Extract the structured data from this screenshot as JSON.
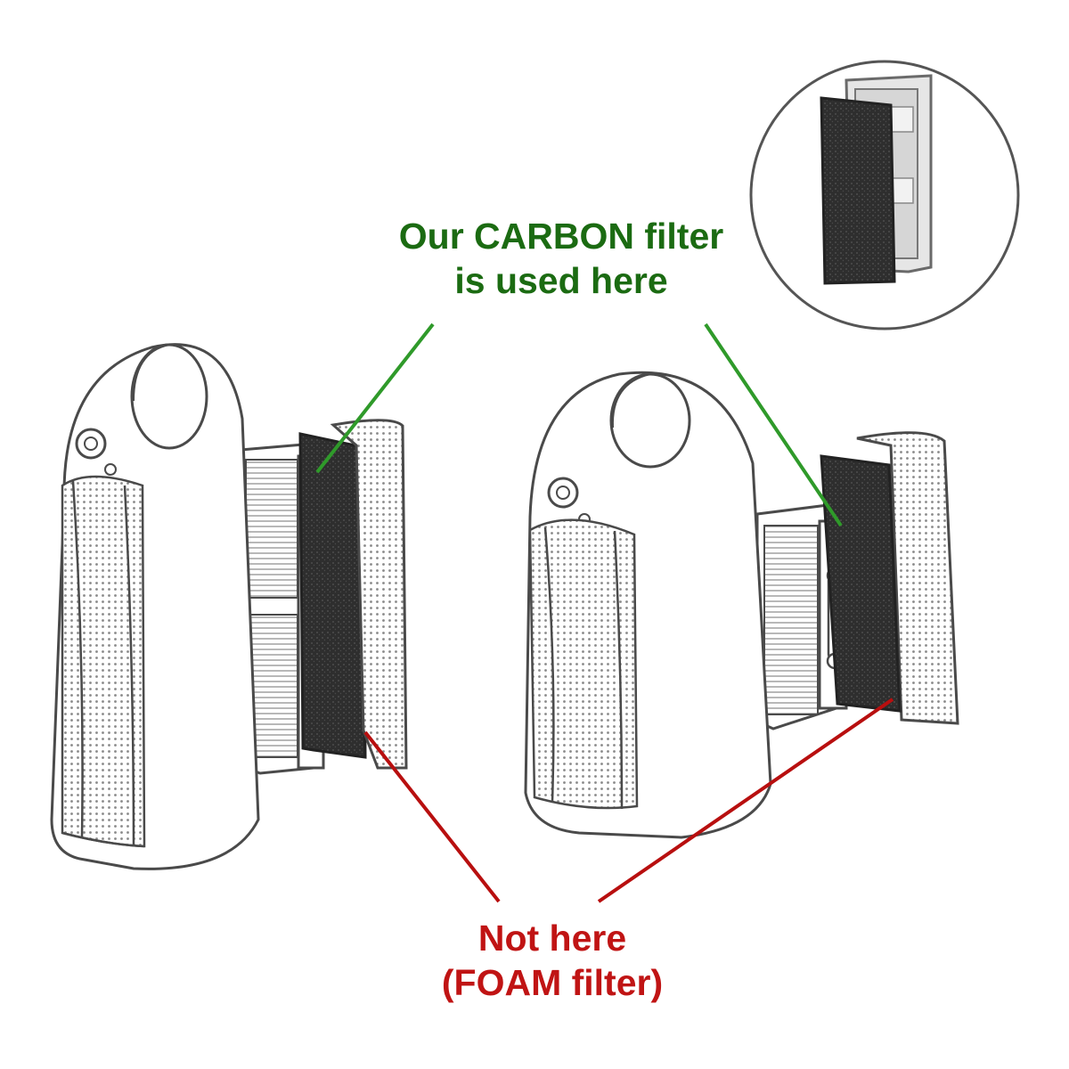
{
  "labels": {
    "carbon_line1": "Our CARBON filter",
    "carbon_line2": "is used here",
    "foam_line1": "Not here",
    "foam_line2": "(FOAM filter)"
  },
  "colors": {
    "carbon_label": "#1b6b12",
    "carbon_pointer": "#2f9a2a",
    "foam_label": "#c01414",
    "foam_pointer": "#b80f0f",
    "outline": "#4a4a4a",
    "carbon_filter": "#3a3a3a"
  },
  "icons": [
    "air-purifier-large-icon",
    "air-purifier-small-icon",
    "carbon-filter-closeup-icon"
  ]
}
